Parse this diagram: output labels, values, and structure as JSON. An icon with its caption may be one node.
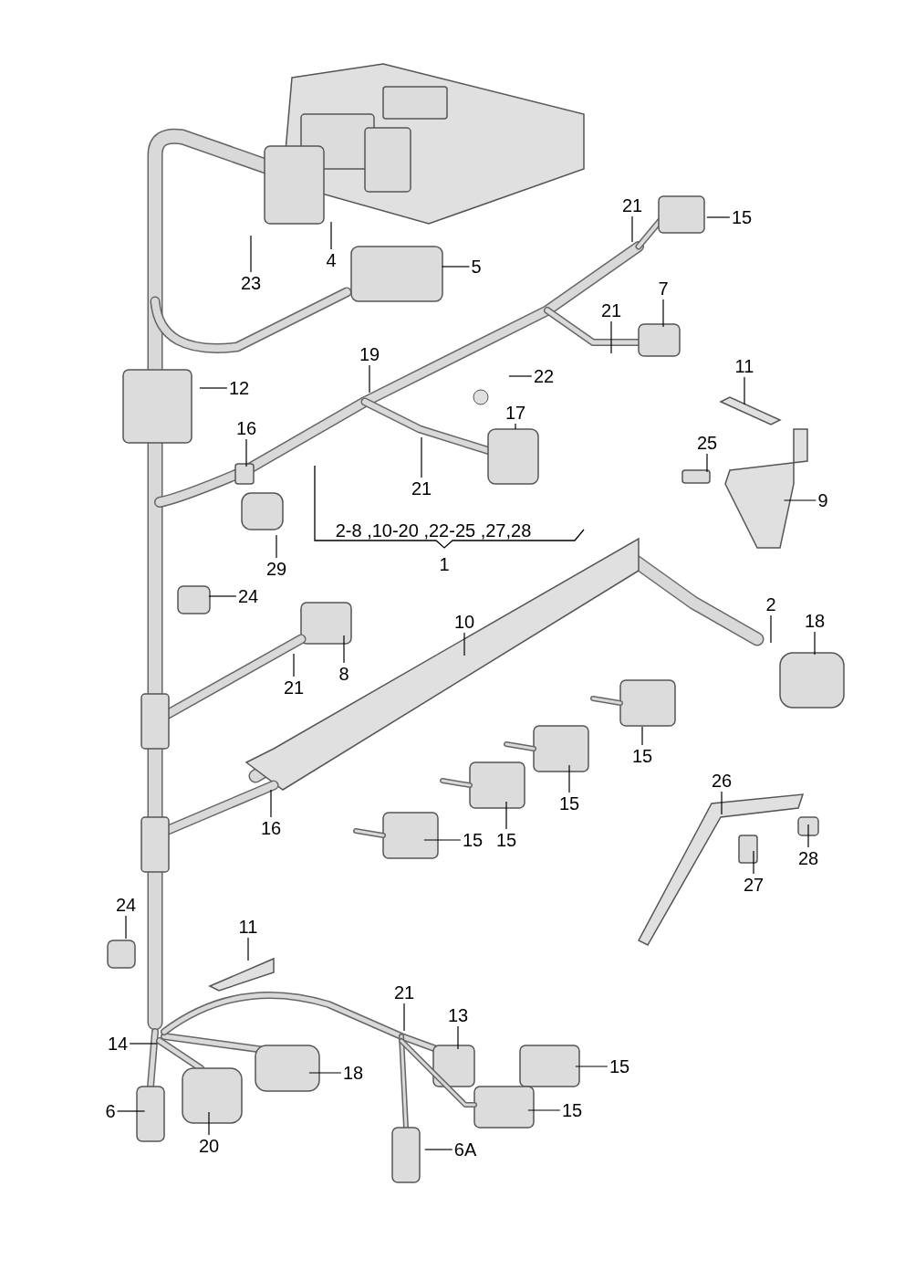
{
  "diagram": {
    "nodes": [
      {
        "text": [
          "21"
        ]
      },
      {
        "text": [
          "15"
        ]
      },
      {
        "text": [
          "4"
        ]
      },
      {
        "text": [
          "5"
        ]
      },
      {
        "text": [
          "23"
        ]
      },
      {
        "text": [
          "7"
        ]
      },
      {
        "text": [
          "21"
        ]
      },
      {
        "text": [
          "19"
        ]
      },
      {
        "text": [
          "22"
        ]
      },
      {
        "text": [
          "11"
        ]
      },
      {
        "text": [
          "12"
        ]
      },
      {
        "text": [
          "17"
        ]
      },
      {
        "text": [
          "16"
        ]
      },
      {
        "text": [
          "25"
        ]
      },
      {
        "text": [
          "21"
        ]
      },
      {
        "text": [
          "9"
        ]
      },
      {
        "text": [
          "29"
        ]
      },
      {
        "text": [
          "24"
        ]
      },
      {
        "text": [
          "2"
        ]
      },
      {
        "text": [
          "18"
        ]
      },
      {
        "text": [
          "10"
        ]
      },
      {
        "text": [
          "8"
        ]
      },
      {
        "text": [
          "21"
        ]
      },
      {
        "text": [
          "15"
        ]
      },
      {
        "text": [
          "26"
        ]
      },
      {
        "text": [
          "15"
        ]
      },
      {
        "text": [
          "16"
        ]
      },
      {
        "text": [
          "15"
        ]
      },
      {
        "text": [
          "15"
        ]
      },
      {
        "text": [
          "28"
        ]
      },
      {
        "text": [
          "27"
        ]
      },
      {
        "text": [
          "24"
        ]
      },
      {
        "text": [
          "11"
        ]
      },
      {
        "text": [
          "21"
        ]
      },
      {
        "text": [
          "13"
        ]
      },
      {
        "text": [
          "14"
        ]
      },
      {
        "text": [
          "15"
        ]
      },
      {
        "text": [
          "18"
        ]
      },
      {
        "text": [
          "6"
        ]
      },
      {
        "text": [
          "15"
        ]
      },
      {
        "text": [
          "20"
        ]
      },
      {
        "text": [
          "6A"
        ]
      },
      {
        "text": [],
        "shape": "box"
      }
    ],
    "edges": [
      {
        "from": 0,
        "to": null,
        "arrow": "none"
      },
      {
        "from": 1,
        "to": null,
        "arrow": "none"
      },
      {
        "from": 2,
        "to": null,
        "arrow": "none"
      },
      {
        "from": 3,
        "to": null,
        "arrow": "none"
      },
      {
        "from": 4,
        "to": null,
        "arrow": "none"
      },
      {
        "from": 5,
        "to": null,
        "arrow": "none"
      },
      {
        "from": 6,
        "to": null,
        "arrow": "none"
      },
      {
        "from": 7,
        "to": null,
        "arrow": "none"
      },
      {
        "from": 8,
        "to": null,
        "arrow": "none"
      },
      {
        "from": 9,
        "to": null,
        "arrow": "none"
      },
      {
        "from": 10,
        "to": null,
        "arrow": "none"
      },
      {
        "from": 11,
        "to": 42,
        "arrow": "none"
      },
      {
        "from": 12,
        "to": null,
        "arrow": "none"
      },
      {
        "from": 13,
        "to": null,
        "arrow": "none"
      },
      {
        "from": 14,
        "to": null,
        "arrow": "none"
      },
      {
        "from": 15,
        "to": null,
        "arrow": "none"
      },
      {
        "from": 16,
        "to": null,
        "arrow": "none"
      },
      {
        "from": 17,
        "to": null,
        "arrow": "none"
      },
      {
        "from": 18,
        "to": null,
        "arrow": "none"
      },
      {
        "from": 19,
        "to": null,
        "arrow": "none"
      },
      {
        "from": 20,
        "to": null,
        "arrow": "none"
      },
      {
        "from": 21,
        "to": null,
        "arrow": "none"
      },
      {
        "from": 22,
        "to": null,
        "arrow": "none"
      },
      {
        "from": 23,
        "to": null,
        "arrow": "none"
      },
      {
        "from": 24,
        "to": null,
        "arrow": "none"
      },
      {
        "from": 25,
        "to": null,
        "arrow": "none"
      },
      {
        "from": 26,
        "to": null,
        "arrow": "none"
      },
      {
        "from": 27,
        "to": null,
        "arrow": "none"
      },
      {
        "from": 28,
        "to": null,
        "arrow": "none"
      },
      {
        "from": 29,
        "to": null,
        "arrow": "none"
      },
      {
        "from": 30,
        "to": null,
        "arrow": "none"
      },
      {
        "from": 31,
        "to": null,
        "arrow": "none"
      },
      {
        "from": 32,
        "to": null,
        "arrow": "none"
      },
      {
        "from": 33,
        "to": null,
        "arrow": "none"
      },
      {
        "from": 34,
        "to": null,
        "arrow": "none"
      },
      {
        "from": 35,
        "to": null,
        "arrow": "none"
      },
      {
        "from": 36,
        "to": null,
        "arrow": "none"
      },
      {
        "from": 37,
        "to": null,
        "arrow": "none"
      },
      {
        "from": 38,
        "to": null,
        "arrow": "none"
      },
      {
        "from": 39,
        "to": null,
        "arrow": "none"
      },
      {
        "from": 40,
        "to": null,
        "arrow": "none"
      },
      {
        "from": 41,
        "to": null,
        "arrow": "none"
      }
    ],
    "labels": [
      "2-8 ,10-20 ,22-25 ,27,28",
      "1"
    ]
  }
}
